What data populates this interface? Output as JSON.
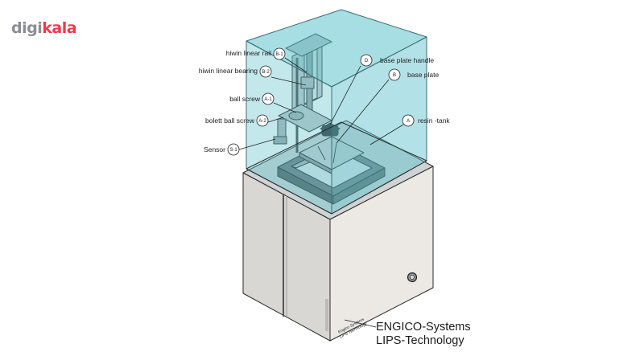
{
  "logo": {
    "part1": "digi",
    "part2": "kala",
    "brand_color": "#ef394e",
    "gray_color": "#8a8d91"
  },
  "callouts": [
    {
      "id": "B-1",
      "label": "hiwin linear rail"
    },
    {
      "id": "B-2",
      "label": "hiwin linear bearing"
    },
    {
      "id": "A-1",
      "label": "ball screw"
    },
    {
      "id": "A-2",
      "label": "bolett ball screw"
    },
    {
      "id": "S-1",
      "label": "Sensor"
    },
    {
      "id": "D",
      "label": "base plate handle"
    },
    {
      "id": "B",
      "label": "base plate"
    },
    {
      "id": "A",
      "label": "resin -tank"
    }
  ],
  "brand": {
    "line1": "ENGICO-Systems",
    "line2": "LIPS-Technology"
  },
  "printed_on_body": {
    "line1": "Engico Systems",
    "line2": "LIPS Technology"
  },
  "colors": {
    "cover": "#5fc3cc",
    "body": "#e6e4e0",
    "outline": "#2a2a2a"
  }
}
